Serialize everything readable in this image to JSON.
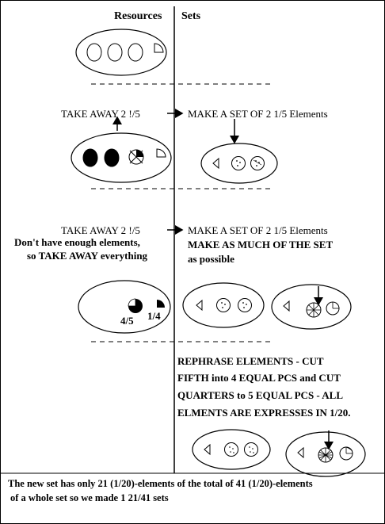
{
  "headers": {
    "resources": "Resources",
    "sets": "Sets"
  },
  "step1": {
    "take_away": "TAKE AWAY 2 !/5",
    "make_set": "MAKE A SET OF 2 1/5 Elements"
  },
  "step2": {
    "take_away": "TAKE AWAY 2 !/5",
    "not_enough_line1": "Don't have enough elements,",
    "not_enough_line2": "so TAKE AWAY everything",
    "make_set": "MAKE A SET OF 2 1/5 Elements",
    "make_much_line1": "MAKE AS MUCH OF THE SET",
    "make_much_line2": "as possible",
    "label_four_fifths": "4/5",
    "label_one_quarter": "1/4"
  },
  "step3": {
    "rephrase_line1": "REPHRASE ELEMENTS - CUT",
    "rephrase_line2": "FIFTH into 4 EQUAL PCS and CUT",
    "rephrase_line3": "QUARTERS to 5 EQUAL PCS - ALL",
    "rephrase_line4": "ELMENTS ARE EXPRESSES IN 1/20."
  },
  "conclusion": {
    "line1": "The new set has only 21 (1/20)-elements of the total of 41 (1/20)-elements",
    "line2": "of a whole set so we made 1 21/41 sets"
  }
}
